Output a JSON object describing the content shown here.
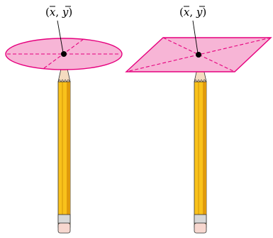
{
  "panels": [
    {
      "shape": "ellipse",
      "label_parts": [
        "(",
        "x",
        ", ",
        "y",
        ")"
      ]
    },
    {
      "shape": "parallelogram",
      "label_parts": [
        "(",
        "x",
        ", ",
        "y",
        ")"
      ]
    }
  ],
  "colors": {
    "plate_fill": "#f7b5d6",
    "plate_stroke": "#e6007e",
    "pencil_body": "#f9c21b",
    "pencil_shadow": "#e09a0c",
    "eraser": "#f7d7cf",
    "ferrule": "#d8d8d8",
    "wood_tip": "#f4dcc0",
    "graphite": "#555555",
    "center_point": "#000000"
  }
}
